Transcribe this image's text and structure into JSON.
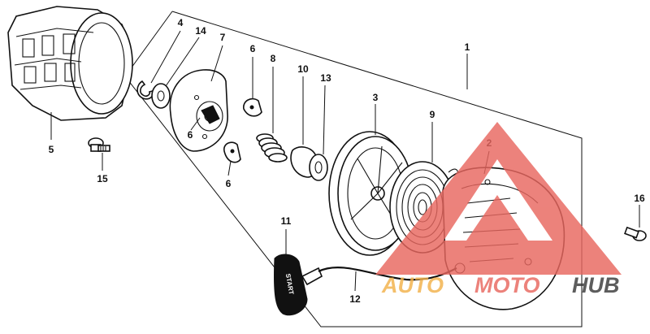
{
  "diagram": {
    "callouts": {
      "p1": "1",
      "p2": "2",
      "p3": "3",
      "p4": "4",
      "p5": "5",
      "p6a": "6",
      "p6b": "6",
      "p6c": "6",
      "p7": "7",
      "p8": "8",
      "p9": "9",
      "p10": "10",
      "p11": "11",
      "p12": "12",
      "p13": "13",
      "p14": "14",
      "p15": "15",
      "p16": "16"
    },
    "handle_text": "START"
  },
  "watermark": {
    "brand_part1": "AUTO",
    "brand_part2": "MOTO",
    "brand_part3": "HUB",
    "colors": {
      "triangle": "#e8675f",
      "auto": "#f2b14a",
      "moto": "#e8675f",
      "hub": "#3a3a3a"
    }
  }
}
